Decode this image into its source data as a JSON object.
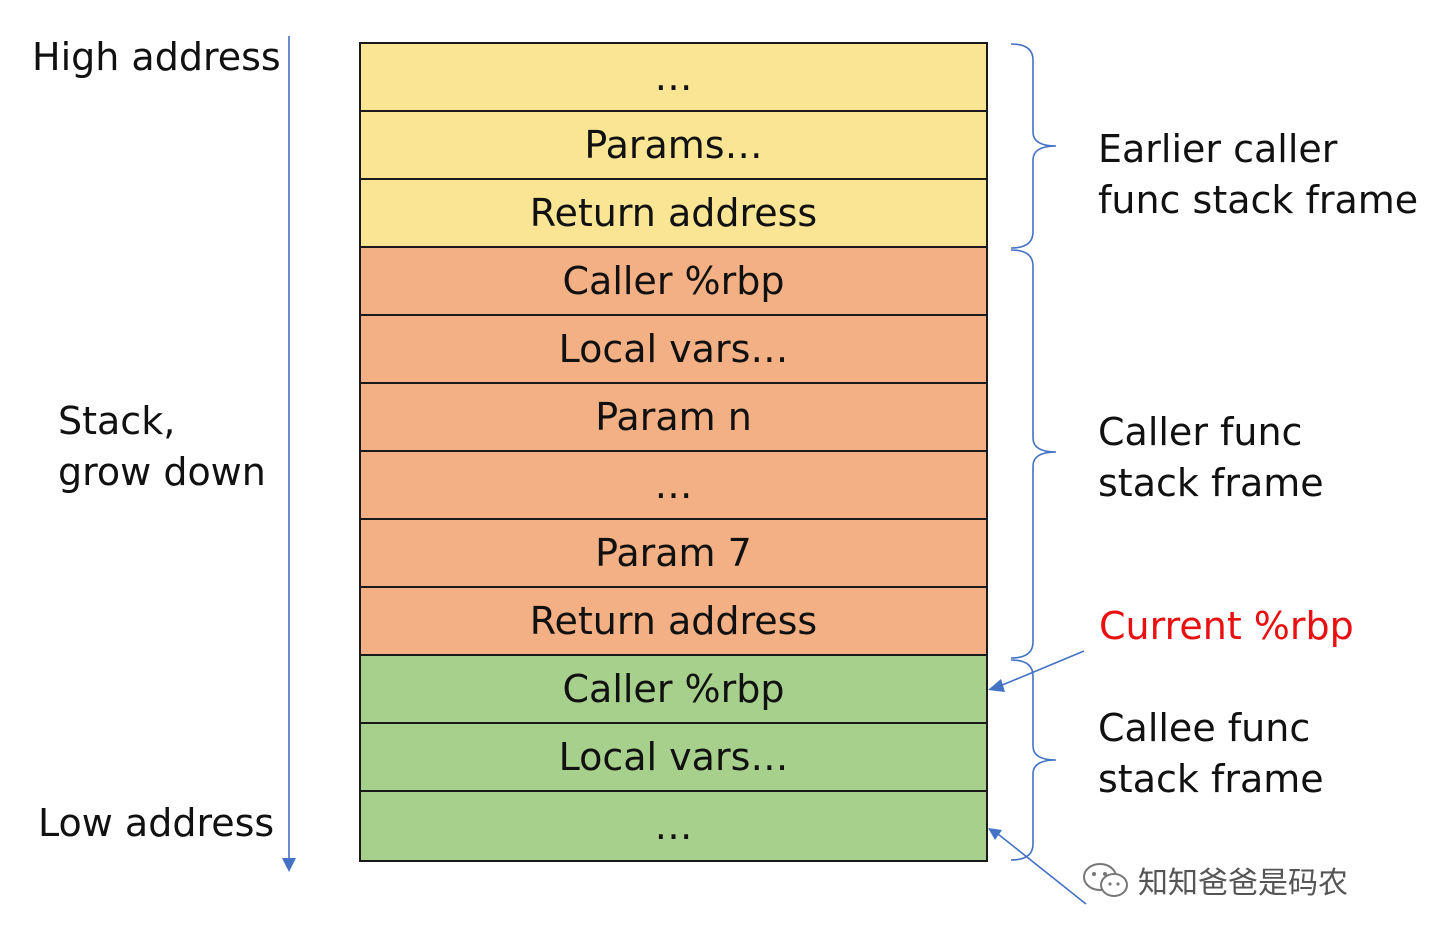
{
  "colors": {
    "caller_of_caller": "#fae594",
    "caller": "#f2b084",
    "callee": "#a8d08d",
    "arrow": "#4472c4",
    "current_rbp": "#e81010",
    "border": "#1a1a1a"
  },
  "left_labels": {
    "high_address": "High address",
    "stack_line1": "Stack,",
    "stack_line2": "grow down",
    "low_address": "Low address"
  },
  "cells": [
    {
      "text": "…",
      "frame": "caller_of_caller"
    },
    {
      "text": "Params…",
      "frame": "caller_of_caller"
    },
    {
      "text": "Return address",
      "frame": "caller_of_caller"
    },
    {
      "text": "Caller %rbp",
      "frame": "caller"
    },
    {
      "text": "Local vars…",
      "frame": "caller"
    },
    {
      "text": "Param n",
      "frame": "caller"
    },
    {
      "text": "…",
      "frame": "caller"
    },
    {
      "text": "Param 7",
      "frame": "caller"
    },
    {
      "text": "Return address",
      "frame": "caller"
    },
    {
      "text": "Caller %rbp",
      "frame": "callee"
    },
    {
      "text": "Local vars…",
      "frame": "callee"
    },
    {
      "text": "…",
      "frame": "callee"
    }
  ],
  "frame_labels": {
    "earlier_line1": "Earlier caller",
    "earlier_line2": "func stack frame",
    "caller_line1": "Caller func",
    "caller_line2": "stack frame",
    "callee_line1": "Callee func",
    "callee_line2": "stack frame"
  },
  "pointers": {
    "current_rbp": "Current %rbp"
  },
  "watermark": {
    "text": "知知爸爸是码农",
    "icon": "wechat-bubble-icon"
  }
}
